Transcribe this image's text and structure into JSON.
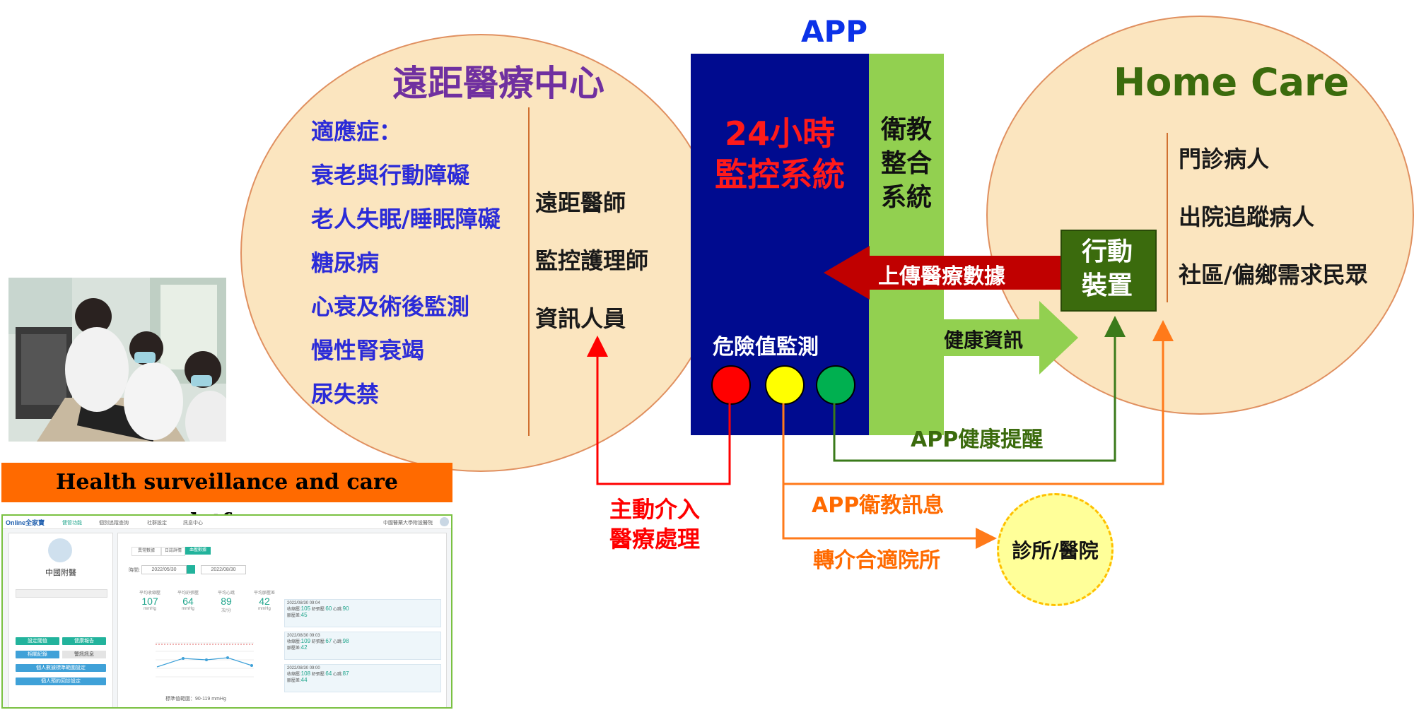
{
  "telemed": {
    "title": "遠距醫療中心",
    "indications": [
      "適應症：",
      "衰老與行動障礙",
      "老人失眠/睡眠障礙",
      "糖尿病",
      "心衰及術後監測",
      "慢性腎衰竭",
      "尿失禁"
    ],
    "staff": [
      "遠距醫師",
      "監控護理師",
      "資訊人員"
    ]
  },
  "app": {
    "label": "APP",
    "monitor": "24小時\n監控系統",
    "education": "衛教\n整合\n系統",
    "danger_monitor": "危險值監測",
    "upload": "上傳醫療數據",
    "health_info": "健康資訊",
    "colors": {
      "red": "#ff0000",
      "yellow": "#ffff00",
      "green": "#00b050"
    }
  },
  "homecare": {
    "title": "Home Care",
    "device": "行動\n裝置",
    "groups": [
      "門診病人",
      "出院追蹤病人",
      "社區/偏鄉需求民眾"
    ]
  },
  "flows": {
    "intervene": "主動介入\n醫療處理",
    "app_reminder": "APP健康提醒",
    "app_education": "APP衛教訊息",
    "referral": "轉介合適院所",
    "clinic": "診所/醫院"
  },
  "platform": {
    "banner": "Health surveillance and care platform",
    "brand": "Online全家寶",
    "nav": [
      "健管功能",
      "個別追蹤查詢",
      "社群設定",
      "訊息中心"
    ],
    "hospital": "中國醫藥大學附設醫院",
    "user": "中國附醫",
    "tabs": [
      "異常數據",
      "日誌詳情",
      "血壓數據"
    ],
    "date_label": "時間:",
    "date_from": "2022/05/30",
    "date_to": "2022/08/30",
    "stat_labels": [
      "平均收縮壓",
      "平均舒張壓",
      "平均心跳",
      "平均脈壓差"
    ],
    "stat_values": [
      "107",
      "64",
      "89",
      "42"
    ],
    "stat_units": [
      "mmHg",
      "mmHg",
      "次/分",
      "mmHg"
    ],
    "buttons": [
      "設定閾值",
      "健康報告",
      "相關紀錄",
      "警訊訊息",
      "個人數據標準範圍設定",
      "個人預約回診設定"
    ],
    "range": "標準值範圍：90-119 mmHg",
    "records": [
      {
        "time": "2022/08/30 09:04",
        "sys": "105",
        "dia": "60",
        "hr": "90",
        "pp": "45"
      },
      {
        "time": "2022/08/30 09:03",
        "sys": "109",
        "dia": "67",
        "hr": "98",
        "pp": "42"
      },
      {
        "time": "2022/08/30 09:00",
        "sys": "108",
        "dia": "64",
        "hr": "87",
        "pp": "44"
      }
    ]
  }
}
